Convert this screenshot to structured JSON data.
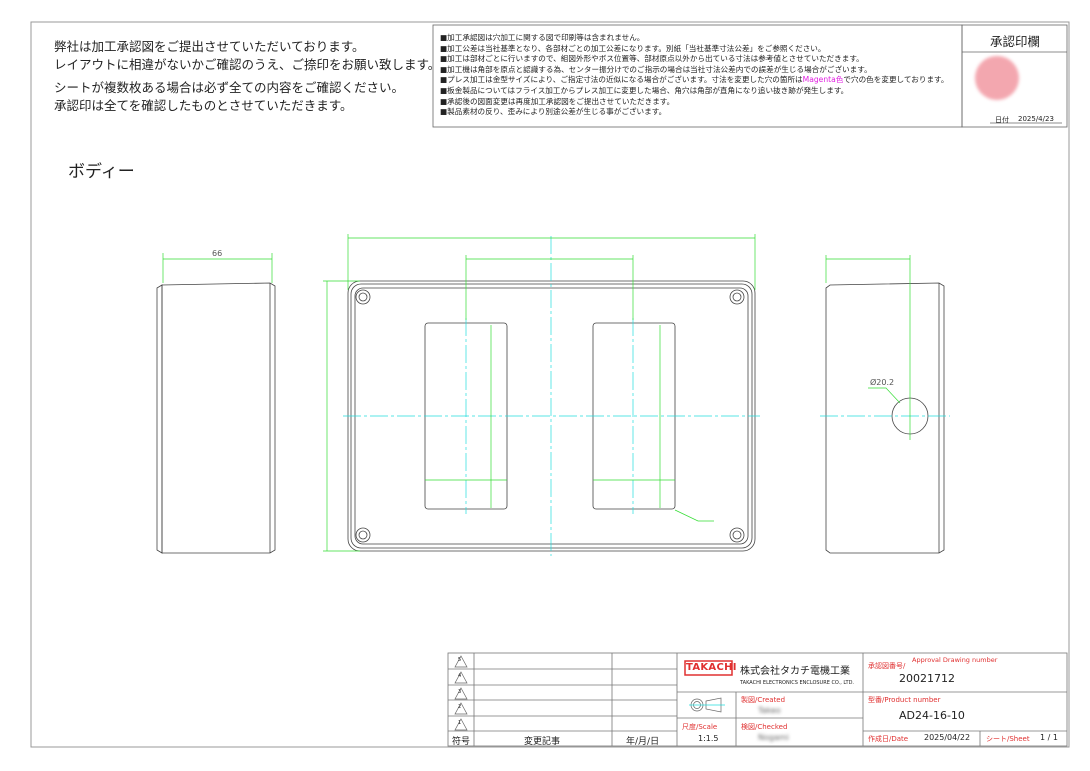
{
  "intro": {
    "line1": "弊社は加工承認図をご提出させていただいております。",
    "line2": "レイアウトに相違がないかご確認のうえ、ご捺印をお願い致します。",
    "line3": "シートが複数枚ある場合は必ず全ての内容をご確認ください。",
    "line4": "承認印は全てを確認したものとさせていただきます。"
  },
  "notes": [
    "■加工承認図は穴加工に関する図で印刷等は含まれません。",
    "■加工公差は当社基準となり、各部材ごとの加工公差になります。別紙「当社基準寸法公差」をご参照ください。",
    "■加工は部材ごとに行いますので、組図外形やボス位置等、部材原点以外から出ている寸法は参考値とさせていただきます。",
    "■加工機は角部を原点と認識する為、センター振分けでのご指示の場合は当社寸法公差内での誤差が生じる場合がございます。",
    {
      "before": "■プレス加工は金型サイズにより、ご指定寸法の近似になる場合がございます。寸法を変更した穴の箇所は",
      "highlight": "Magenta色",
      "after": "で穴の色を変更しております。"
    },
    "■板金製品についてはフライス加工からプレス加工に変更した場合、角穴は角部が直角になり追い抜き跡が発生します。",
    "■承認後の図面変更は再度加工承認図をご提出させていただきます。",
    "■製品素材の反り、歪みにより別途公差が生じる事がございます。"
  ],
  "approval": {
    "title": "承認印欄",
    "date_label": "日付",
    "date": "2025/4/23"
  },
  "section_title": "ボディー",
  "dimensions": {
    "side_depth": "66",
    "hole_diameter": "Ø20.2"
  },
  "revision_table": {
    "symbols": [
      "5",
      "4",
      "3",
      "2",
      "1"
    ],
    "headers": {
      "symbol": "符号",
      "change": "変更記事",
      "date": "年/月/日"
    }
  },
  "title_block": {
    "logo": "TAKACHI",
    "company_jp": "株式会社タカチ電機工業",
    "company_en": "TAKACHI ELECTRONICS ENCLOSURE CO., LTD.",
    "drawing_no_label": "承認図番号/",
    "drawing_no_label_en": "Approval Drawing number",
    "drawing_no": "20021712",
    "created_label": "製図/Created",
    "created_by": "Takeo",
    "checked_label": "検図/Checked",
    "checked_by": "Nogami",
    "scale_label": "尺度/Scale",
    "scale": "1:1.5",
    "product_label": "型番/Product number",
    "product": "AD24-16-10",
    "date_label": "作成日/Date",
    "date": "2025/04/22",
    "sheet_label": "シート/Sheet",
    "sheet": "1 / 1"
  },
  "colors": {
    "dim": "#33dd33",
    "center": "#22dddd",
    "red": "#e03030",
    "magenta": "#e020e0"
  }
}
